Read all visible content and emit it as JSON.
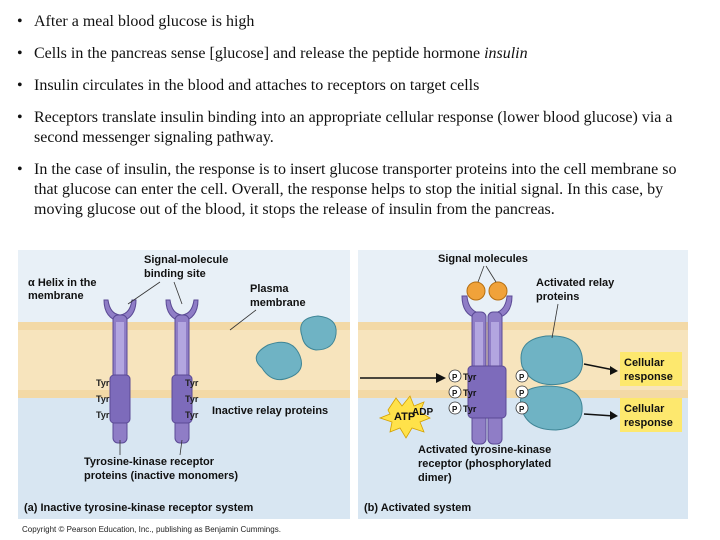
{
  "bullets": [
    {
      "text": "After a meal blood glucose is high"
    },
    {
      "text_before": "Cells in the pancreas sense [glucose] and release the peptide hormone ",
      "italic": "insulin"
    },
    {
      "text": "Insulin circulates in the blood and attaches to receptors on target cells"
    },
    {
      "text": "Receptors translate insulin binding into an appropriate cellular response (lower blood glucose) via a second messenger signaling pathway."
    },
    {
      "text": "In the case of insulin, the response is to insert glucose transporter proteins into the cell membrane so that glucose can enter the cell.   Overall, the response helps to stop the initial signal.  In this case, by moving glucose out of the blood, it stops the release of insulin from the pancreas."
    }
  ],
  "bullet_symbol": "•",
  "panel_a": {
    "alpha_helix": [
      "α Helix in the",
      "membrane"
    ],
    "binding_site": [
      "Signal-molecule",
      "binding site"
    ],
    "plasma_membrane": [
      "Plasma",
      "membrane"
    ],
    "tyr": "Tyr",
    "inactive_relay": "Inactive relay proteins",
    "receptor_label": [
      "Tyrosine-kinase receptor",
      "proteins (inactive monomers)"
    ],
    "caption": "(a) Inactive tyrosine-kinase receptor system"
  },
  "panel_b": {
    "signal_molecules": "Signal molecules",
    "activated_relay": [
      "Activated relay",
      "proteins"
    ],
    "p": "P",
    "tyr": "Tyr",
    "atp": "ATP",
    "adp": "ADP",
    "cellular_response": [
      "Cellular",
      "response"
    ],
    "activated_receptor": [
      "Activated tyrosine-kinase",
      "receptor (phosphorylated",
      "dimer)"
    ],
    "caption": "(b) Activated system"
  },
  "copyright": "Copyright © Pearson Education, Inc., publishing as Benjamin Cummings.",
  "colors": {
    "membrane": "#f3d9a6",
    "cytoplasm": "#d8e6f2",
    "receptor": "#8f7dc6",
    "receptor_dark": "#6c5aa8",
    "relay": "#6fb3c4",
    "signal": "#f0a23a",
    "response_box": "#fde86e",
    "atp_burst": "#ffe24a"
  }
}
